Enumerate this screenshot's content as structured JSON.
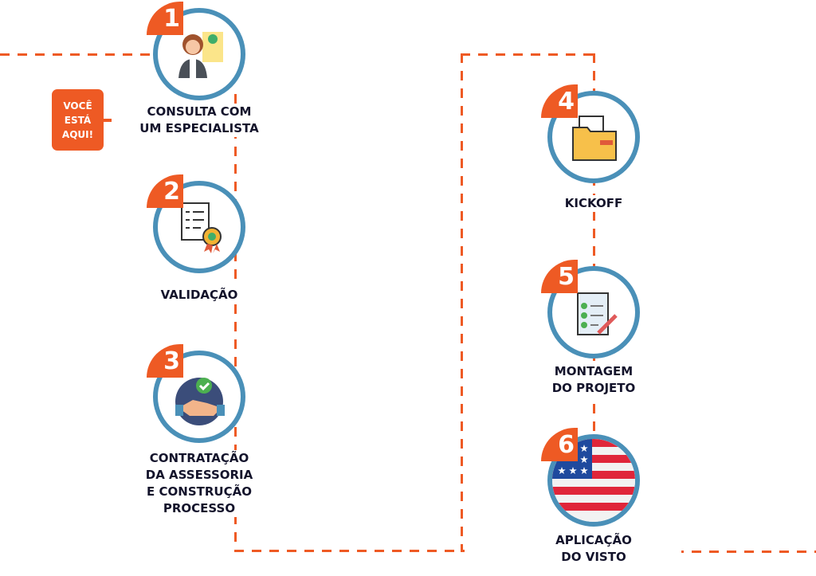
{
  "you_are_here": [
    "VOCÊ",
    "ESTÁ",
    "AQUI!"
  ],
  "steps": [
    {
      "number": "1",
      "title": [
        "CONSULTA COM",
        "UM ESPECIALISTA"
      ],
      "icon": "specialist-icon"
    },
    {
      "number": "2",
      "title": [
        "VALIDAÇÃO"
      ],
      "icon": "certificate-icon"
    },
    {
      "number": "3",
      "title": [
        "CONTRATAÇÃO",
        "DA ASSESSORIA",
        "E CONSTRUÇÃO",
        "PROCESSO"
      ],
      "icon": "handshake-icon"
    },
    {
      "number": "4",
      "title": [
        "KICKOFF"
      ],
      "icon": "folder-icon"
    },
    {
      "number": "5",
      "title": [
        "MONTAGEM",
        "DO PROJETO"
      ],
      "icon": "checklist-icon"
    },
    {
      "number": "6",
      "title": [
        "APLICAÇÃO",
        "DO VISTO"
      ],
      "icon": "us-flag-icon"
    }
  ],
  "colors": {
    "accent": "#ee5a24",
    "ring": "#4a90b8",
    "text": "#13132b"
  }
}
